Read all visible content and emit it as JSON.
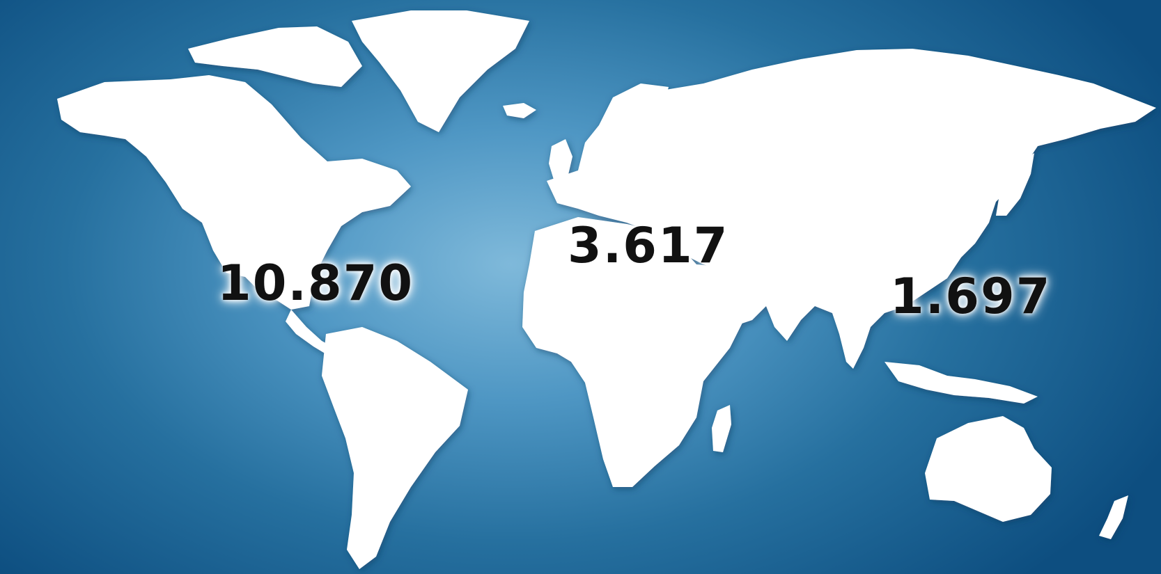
{
  "colors": {
    "ocean_center": "#7fb9da",
    "ocean_edge": "#0d4e80",
    "land": "#ffffff",
    "value_text": "#111111"
  },
  "regions": [
    {
      "id": "americas",
      "value": "10.870"
    },
    {
      "id": "emea",
      "value": "3.617"
    },
    {
      "id": "apac",
      "value": "1.697"
    }
  ]
}
